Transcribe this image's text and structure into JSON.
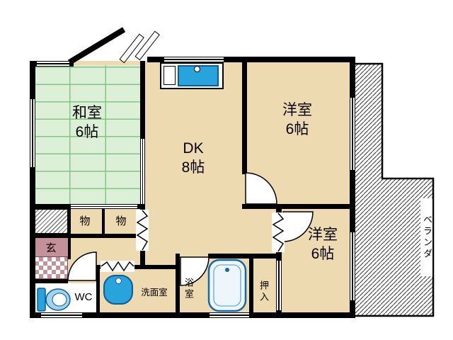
{
  "rooms": {
    "washitsu": {
      "name": "和室",
      "size": "6帖"
    },
    "dk": {
      "name": "DK",
      "size": "8帖"
    },
    "yoshitsu_top": {
      "name": "洋室",
      "size": "6帖"
    },
    "yoshitsu_bottom": {
      "name": "洋室",
      "size": "6帖"
    },
    "veranda": {
      "name": "ベランダ"
    },
    "closet_1": {
      "name": "物"
    },
    "closet_2": {
      "name": "物"
    },
    "genkan": {
      "name": "玄"
    },
    "wc": {
      "name": "WC"
    },
    "senmen": {
      "name": "洗面室"
    },
    "bath": {
      "name": "浴室"
    },
    "oshiire": {
      "name": "押入"
    }
  },
  "colors": {
    "floor": "#eedab0",
    "tatami": "#dcefd7",
    "tatami_line": "#84c584",
    "wall": "#000000",
    "fixture_blue": "#29a3dc",
    "fixture_dark": "#0d5c94",
    "genkan_pink": "#c4909a"
  }
}
